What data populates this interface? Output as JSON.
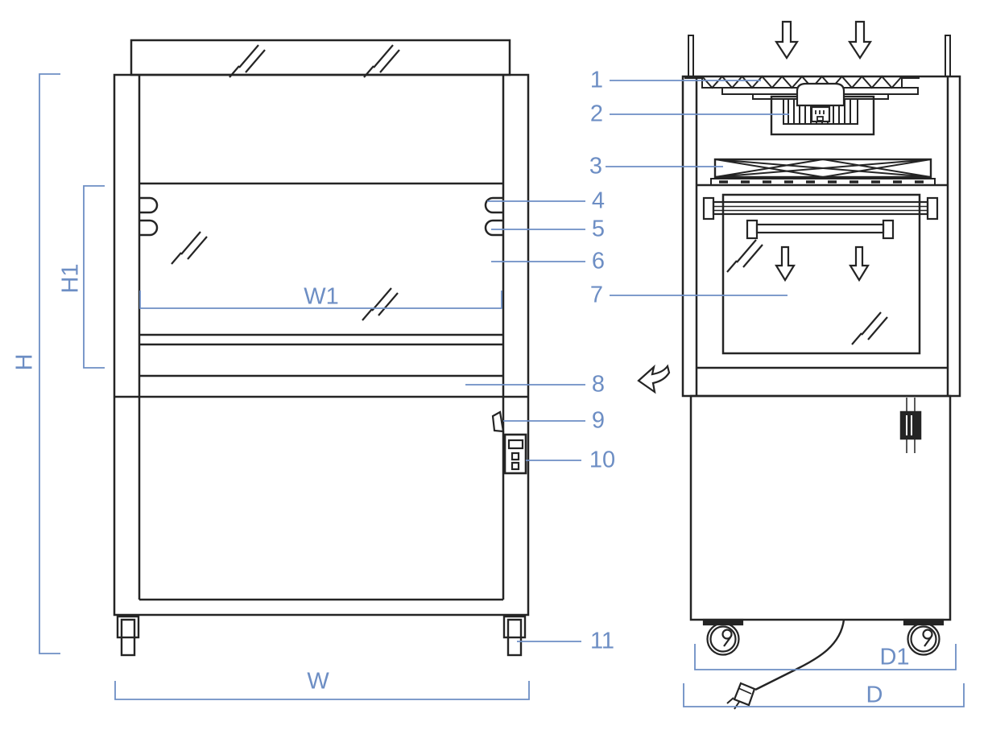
{
  "colors": {
    "ink": "#242424",
    "accent": "#6D8EC4",
    "background": "#ffffff"
  },
  "dimension_labels": {
    "H": "H",
    "H1": "H1",
    "W": "W",
    "W1": "W1",
    "D": "D",
    "D1": "D1"
  },
  "callout_numbers": [
    "1",
    "2",
    "3",
    "4",
    "5",
    "6",
    "7",
    "8",
    "9",
    "10",
    "11"
  ],
  "icons": {
    "airflow-down-arrow": "outlined down arrow ⇩",
    "airflow-out-arrow": "outlined curved left arrow ↩",
    "glass-hatch": "glazing slash marks ///",
    "caster-wheel": "swivel caster wheel",
    "power-plug": "mains plug on cord",
    "prefilter-zigzag": "zigzag pre-filter band",
    "hepa-filter-cross": "crossed HEPA filter box"
  }
}
